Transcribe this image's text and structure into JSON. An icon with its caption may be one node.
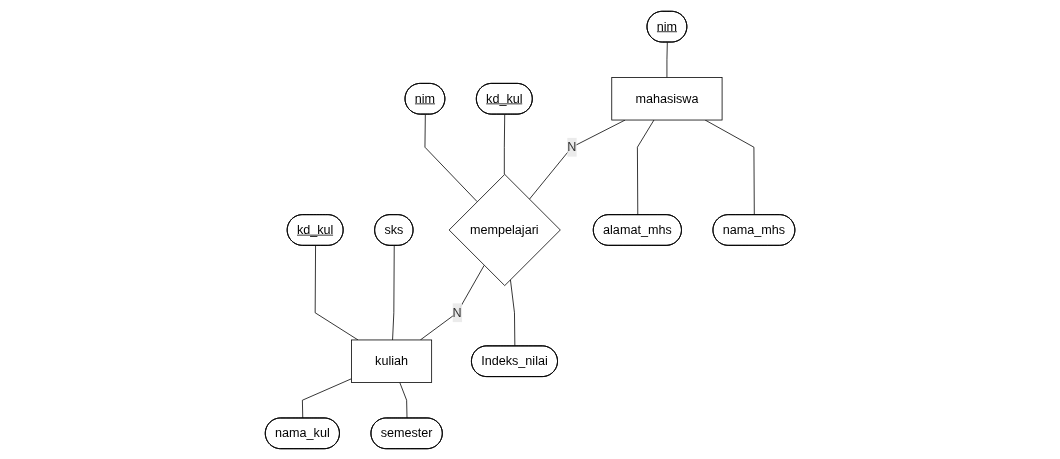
{
  "diagram": {
    "nodes": [
      {
        "text": [
          "nim"
        ]
      },
      {
        "text": [
          "nim"
        ]
      },
      {
        "text": [
          "kd_kul"
        ]
      },
      {
        "text": [
          "kd_kul"
        ]
      },
      {
        "text": [
          "sks"
        ]
      },
      {
        "text": [
          "mahasiswa"
        ]
      },
      {
        "text": [
          "mempelajari"
        ]
      },
      {
        "text": [
          "kuliah"
        ]
      },
      {
        "text": [
          "alamat_mhs"
        ]
      },
      {
        "text": [
          "nama_mhs"
        ]
      },
      {
        "text": [
          "Indeks_nilai"
        ]
      },
      {
        "text": [
          "nama_kul"
        ]
      },
      {
        "text": [
          "semester"
        ]
      }
    ],
    "edges": [
      {
        "from": 0,
        "to": 5,
        "arrow": "none"
      },
      {
        "from": 1,
        "to": 6,
        "arrow": "none"
      },
      {
        "from": 2,
        "to": 6,
        "arrow": "none"
      },
      {
        "from": 3,
        "to": 7,
        "arrow": "none"
      },
      {
        "from": 4,
        "to": 7,
        "arrow": "none"
      },
      {
        "from": 5,
        "to": 6,
        "arrow": "none",
        "label": "N"
      },
      {
        "from": 6,
        "to": 7,
        "arrow": "none",
        "label": "N"
      },
      {
        "from": 5,
        "to": 8,
        "arrow": "none"
      },
      {
        "from": 5,
        "to": 9,
        "arrow": "none"
      },
      {
        "from": 6,
        "to": 10,
        "arrow": "none"
      },
      {
        "from": 7,
        "to": 11,
        "arrow": "none"
      },
      {
        "from": 7,
        "to": 12,
        "arrow": "none"
      }
    ]
  }
}
